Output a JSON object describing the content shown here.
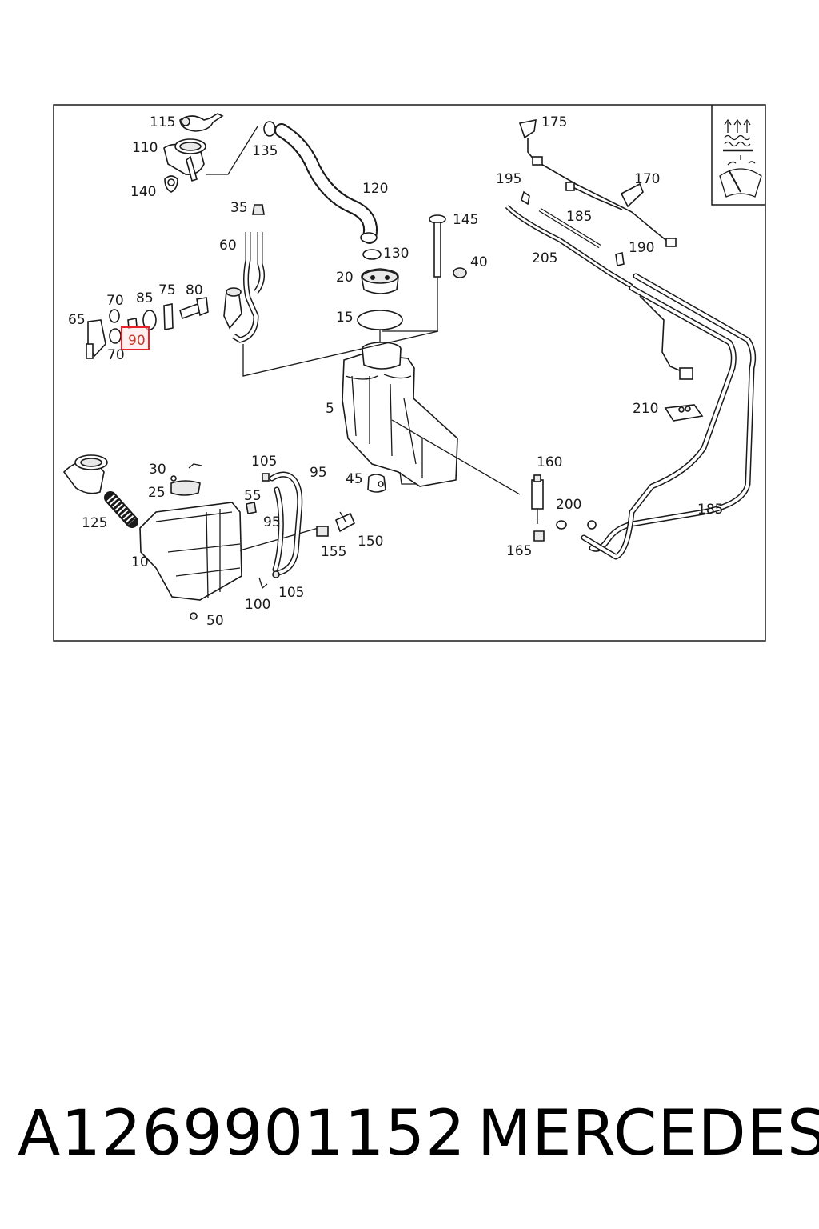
{
  "diagram": {
    "highlighted_callout": "90",
    "callouts": [
      {
        "id": "c115",
        "text": "115"
      },
      {
        "id": "c110",
        "text": "110"
      },
      {
        "id": "c140",
        "text": "140"
      },
      {
        "id": "c135",
        "text": "135"
      },
      {
        "id": "c120",
        "text": "120"
      },
      {
        "id": "c35",
        "text": "35"
      },
      {
        "id": "c60",
        "text": "60"
      },
      {
        "id": "c145",
        "text": "145"
      },
      {
        "id": "c130",
        "text": "130"
      },
      {
        "id": "c40",
        "text": "40"
      },
      {
        "id": "c20",
        "text": "20"
      },
      {
        "id": "c15",
        "text": "15"
      },
      {
        "id": "c70a",
        "text": "70"
      },
      {
        "id": "c85",
        "text": "85"
      },
      {
        "id": "c75",
        "text": "75"
      },
      {
        "id": "c80",
        "text": "80"
      },
      {
        "id": "c65",
        "text": "65"
      },
      {
        "id": "c90",
        "text": "90"
      },
      {
        "id": "c70b",
        "text": "70"
      },
      {
        "id": "c5",
        "text": "5"
      },
      {
        "id": "c175",
        "text": "175"
      },
      {
        "id": "c195",
        "text": "195"
      },
      {
        "id": "c170",
        "text": "170"
      },
      {
        "id": "c185a",
        "text": "185"
      },
      {
        "id": "c205",
        "text": "205"
      },
      {
        "id": "c190",
        "text": "190"
      },
      {
        "id": "c210",
        "text": "210"
      },
      {
        "id": "c30",
        "text": "30"
      },
      {
        "id": "c105a",
        "text": "105"
      },
      {
        "id": "c95a",
        "text": "95"
      },
      {
        "id": "c45",
        "text": "45"
      },
      {
        "id": "c160",
        "text": "160"
      },
      {
        "id": "c25",
        "text": "25"
      },
      {
        "id": "c55",
        "text": "55"
      },
      {
        "id": "c95b",
        "text": "95"
      },
      {
        "id": "c125",
        "text": "125"
      },
      {
        "id": "c200",
        "text": "200"
      },
      {
        "id": "c185b",
        "text": "185"
      },
      {
        "id": "c150",
        "text": "150"
      },
      {
        "id": "c155",
        "text": "155"
      },
      {
        "id": "c165",
        "text": "165"
      },
      {
        "id": "c10",
        "text": "10"
      },
      {
        "id": "c100",
        "text": "100"
      },
      {
        "id": "c105b",
        "text": "105"
      },
      {
        "id": "c50",
        "text": "50"
      }
    ],
    "icons": [
      "headlamp-washer-icon",
      "windshield-wiper-icon"
    ]
  },
  "footer": {
    "part_number": "A1269901152",
    "brand": "MERCEDES"
  }
}
